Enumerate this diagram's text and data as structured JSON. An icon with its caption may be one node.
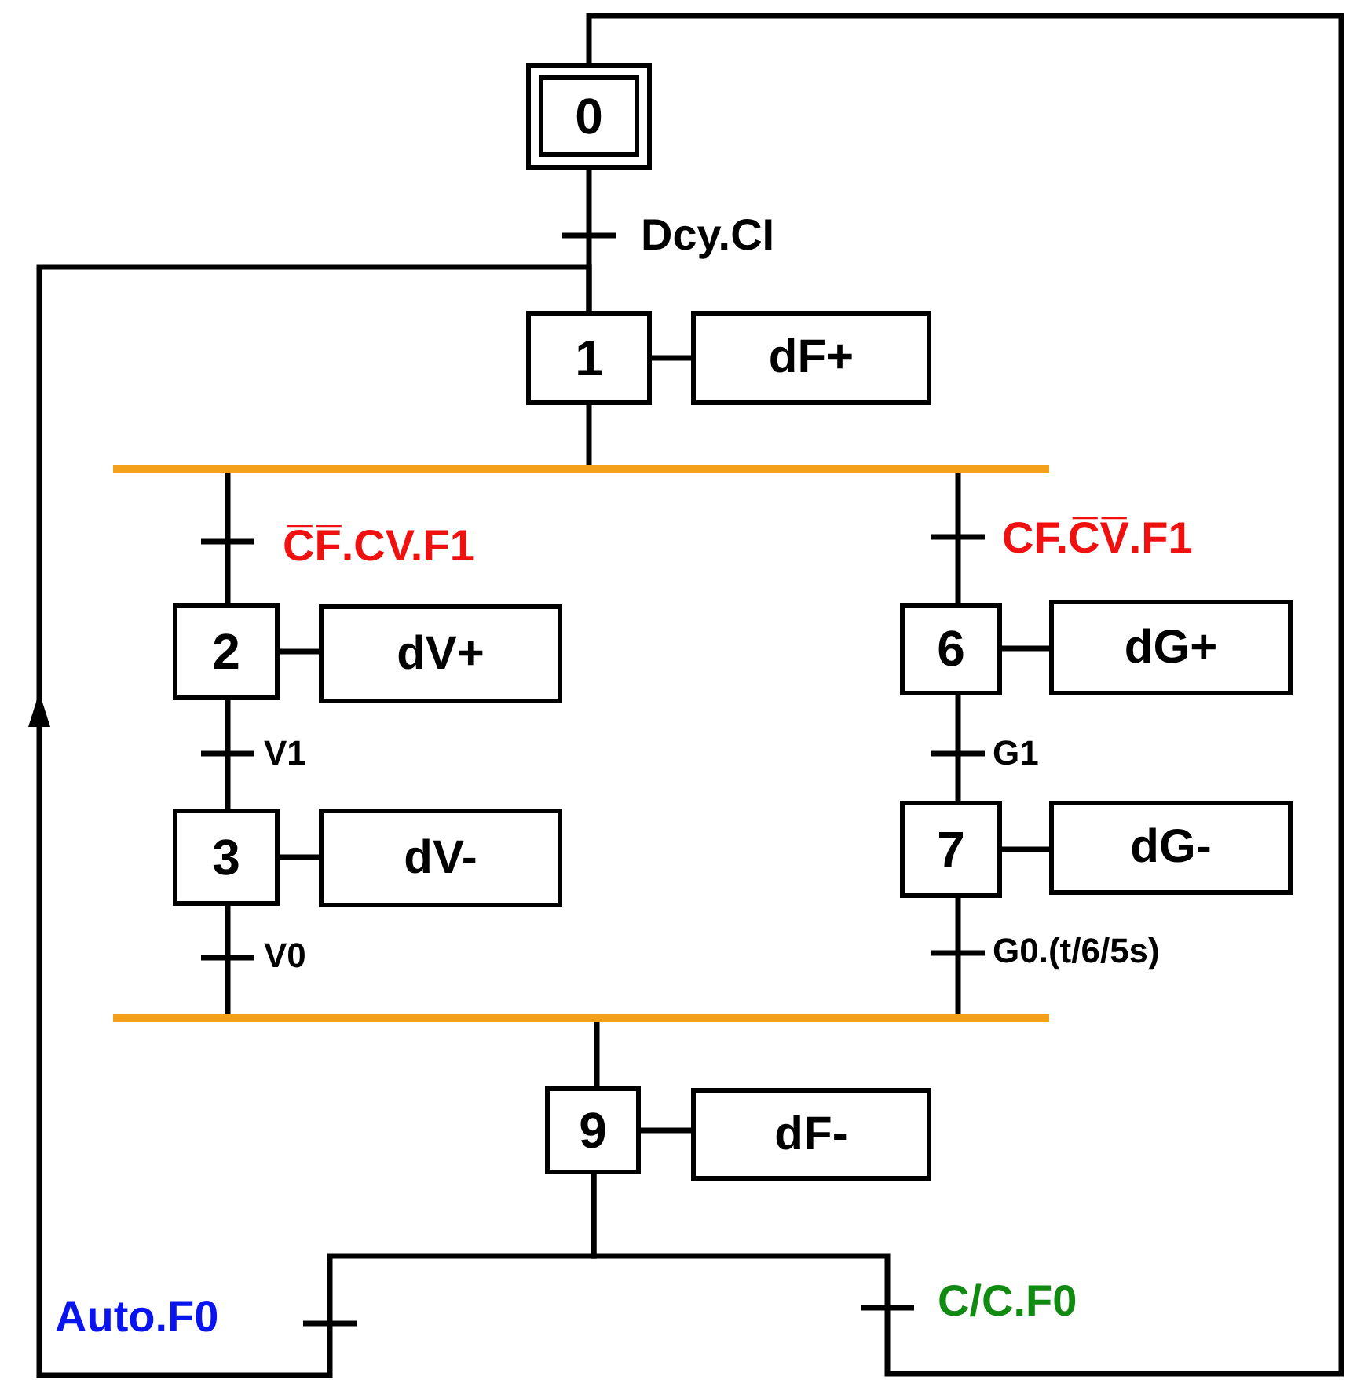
{
  "diagram": {
    "nodes": [
      {
        "text": [
          "0"
        ]
      },
      {
        "text": [
          "1"
        ]
      },
      {
        "text": [
          "dF+"
        ]
      },
      {
        "text": [],
        "shape": "bar"
      },
      {
        "text": [
          "2"
        ]
      },
      {
        "text": [
          "dV+"
        ]
      },
      {
        "text": [
          "3"
        ]
      },
      {
        "text": [
          "dV-"
        ]
      },
      {
        "text": [
          "6"
        ]
      },
      {
        "text": [
          "dG+"
        ]
      },
      {
        "text": [
          "7"
        ]
      },
      {
        "text": [
          "dG-"
        ]
      },
      {
        "text": [],
        "shape": "bar"
      },
      {
        "text": [
          "9"
        ]
      },
      {
        "text": [
          "dF-"
        ]
      }
    ],
    "edges": [
      {
        "from": 0,
        "to": 1,
        "arrow": "none",
        "label": "Dcy.CI"
      },
      {
        "from": 1,
        "to": 2,
        "arrow": "none"
      },
      {
        "from": 1,
        "to": 3,
        "arrow": "none"
      },
      {
        "from": 3,
        "to": 4,
        "arrow": "none",
        "label": "C̅F̅.CV.F1"
      },
      {
        "from": 4,
        "to": 5,
        "arrow": "none"
      },
      {
        "from": 4,
        "to": 6,
        "arrow": "none",
        "label": "V1"
      },
      {
        "from": 6,
        "to": 7,
        "arrow": "none"
      },
      {
        "from": 6,
        "to": 12,
        "arrow": "none",
        "label": "V0"
      },
      {
        "from": 3,
        "to": 8,
        "arrow": "none",
        "label": "CF.C̅V̅.F1"
      },
      {
        "from": 8,
        "to": 9,
        "arrow": "none"
      },
      {
        "from": 8,
        "to": 10,
        "arrow": "none",
        "label": "G1"
      },
      {
        "from": 10,
        "to": 11,
        "arrow": "none"
      },
      {
        "from": 10,
        "to": 12,
        "arrow": "none",
        "label": "G0.(t/6/5s)"
      },
      {
        "from": 12,
        "to": 13,
        "arrow": "none"
      },
      {
        "from": 13,
        "to": 14,
        "arrow": "none"
      },
      {
        "from": 13,
        "to": 1,
        "arrow": "to",
        "label": "Auto.F0"
      },
      {
        "from": 13,
        "to": 0,
        "arrow": "none",
        "label": "C/C.F0"
      }
    ]
  }
}
